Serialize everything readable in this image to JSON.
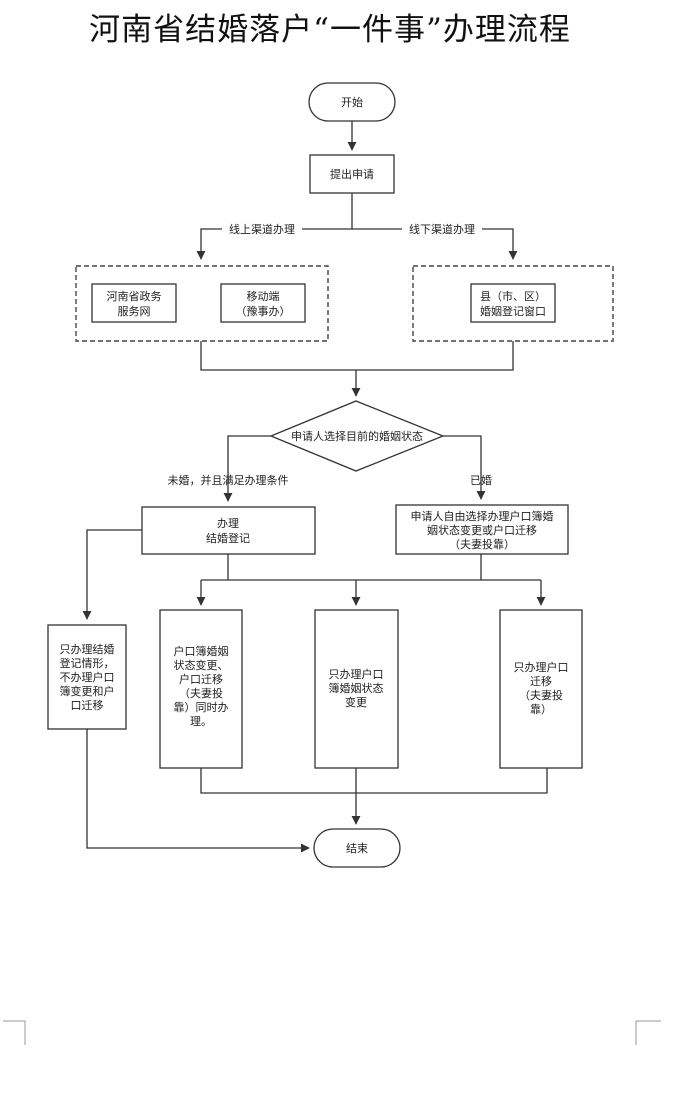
{
  "title": "河南省结婚落户“一件事”办理流程",
  "nodes": {
    "start": "开始",
    "apply": "提出申请",
    "online_portal": [
      "河南省政务",
      "服务网"
    ],
    "mobile": [
      "移动端",
      "（豫事办）"
    ],
    "county_window": [
      "县（市、区）",
      "婚姻登记窗口"
    ],
    "decision": "申请人选择目前的婚姻状态",
    "register": [
      "办理",
      "结婚登记"
    ],
    "married_choice": [
      "申请人自由选择办理户口簿婚",
      "姻状态变更或户口迁移",
      "（夫妻投靠）"
    ],
    "only_register": [
      "只办理结婚",
      "登记情形，",
      "不办理户口",
      "簿变更和户",
      "口迁移"
    ],
    "both": [
      "户口簿婚姻",
      "状态变更、",
      "户口迁移",
      "（夫妻投",
      "靠）同时办",
      "理。"
    ],
    "only_status": [
      "只办理户口",
      "簿婚姻状态",
      "变更"
    ],
    "only_migrate": [
      "只办理户口",
      "迁移",
      "（夫妻投",
      "靠）"
    ],
    "end": "结束"
  },
  "edges": {
    "online": "线上渠道办理",
    "offline": "线下渠道办理",
    "unmarried": "未婚，并且满足办理条件",
    "married": "已婚"
  }
}
